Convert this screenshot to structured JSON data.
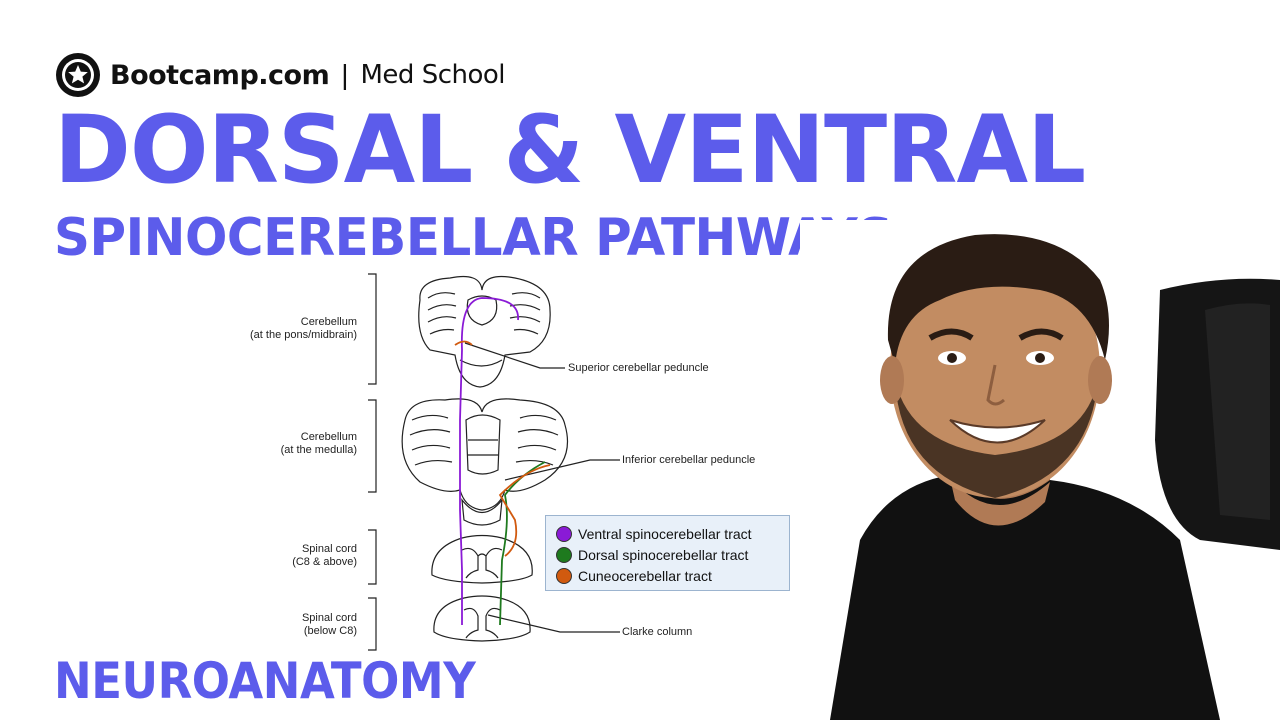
{
  "brand": {
    "logo_icon": "star-icon",
    "name": "Bootcamp.com",
    "separator": "|",
    "section": "Med School"
  },
  "title": {
    "main": "DORSAL & VENTRAL",
    "sub": "SPINOCEREBELLAR PATHWAYS"
  },
  "footer_label": "NEUROANATOMY",
  "diagram": {
    "regions": [
      {
        "name": "Cerebellum",
        "detail": "(at the pons/midbrain)"
      },
      {
        "name": "Cerebellum",
        "detail": "(at the medulla)"
      },
      {
        "name": "Spinal cord",
        "detail": "(C8 & above)"
      },
      {
        "name": "Spinal cord",
        "detail": "(below C8)"
      }
    ],
    "callouts": {
      "superior": "Superior cerebellar peduncle",
      "inferior": "Inferior cerebellar peduncle",
      "clarke": "Clarke column"
    },
    "legend": [
      {
        "label": "Ventral spinocerebellar tract",
        "color": "#8a1ad6"
      },
      {
        "label": "Dorsal spinocerebellar tract",
        "color": "#1e7a1e"
      },
      {
        "label": "Cuneocerebellar tract",
        "color": "#d15a0f"
      }
    ]
  },
  "colors": {
    "title": "#5C5CEB",
    "shirt": "#111111"
  }
}
